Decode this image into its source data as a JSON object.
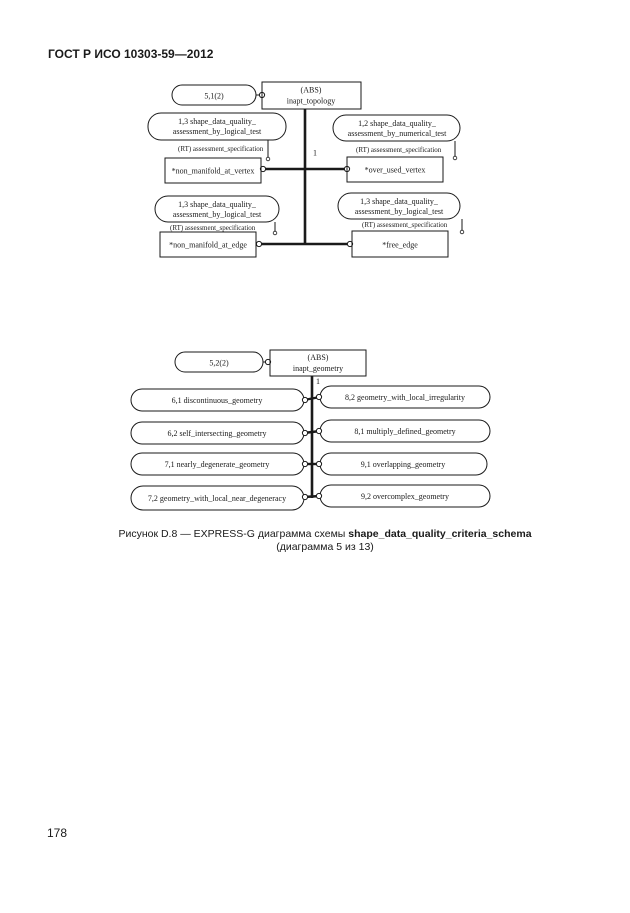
{
  "header": "ГОСТ Р ИСО 10303-59—2012",
  "page_number": "178",
  "caption": {
    "prefix": "Рисунок D.8 — EXPRESS-G диаграмма схемы ",
    "schema": "shape_data_quality_criteria_schema",
    "line2": "(диаграмма 5 из 13)"
  },
  "diagram1": {
    "ref": "5,1(2)",
    "abs_line1": "(ABS)",
    "abs_line2": "inapt_topology",
    "cardinality": "1",
    "left_top": {
      "ref_line1": "1,3  shape_data_quality_",
      "ref_line2": "assessment_by_logical_test",
      "attr": "(RT) assessment_specification",
      "entity": "*non_manifold_at_vertex"
    },
    "right_top": {
      "ref_line1": "1,2  shape_data_quality_",
      "ref_line2": "assessment_by_numerical_test",
      "attr": "(RT) assessment_specification",
      "entity": "*over_used_vertex"
    },
    "left_bottom": {
      "ref_line1": "1,3  shape_data_quality_",
      "ref_line2": "assessment_by_logical_test",
      "attr": "(RT) assessment_specification",
      "entity": "*non_manifold_at_edge"
    },
    "right_bottom": {
      "ref_line1": "1,3  shape_data_quality_",
      "ref_line2": "assessment_by_logical_test",
      "attr": "(RT) assessment_specification",
      "entity": "*free_edge"
    }
  },
  "diagram2": {
    "ref": "5,2(2)",
    "abs_line1": "(ABS)",
    "abs_line2": "inapt_geometry",
    "cardinality": "1",
    "left": [
      "6,1  discontinuous_geometry",
      "6,2  self_intersecting_geometry",
      "7,1  nearly_degenerate_geometry",
      "7,2  geometry_with_local_near_degeneracy"
    ],
    "right": [
      "8,2  geometry_with_local_irregularity",
      "8,1  multiply_defined_geometry",
      "9,1  overlapping_geometry",
      "9,2  overcomplex_geometry"
    ]
  }
}
